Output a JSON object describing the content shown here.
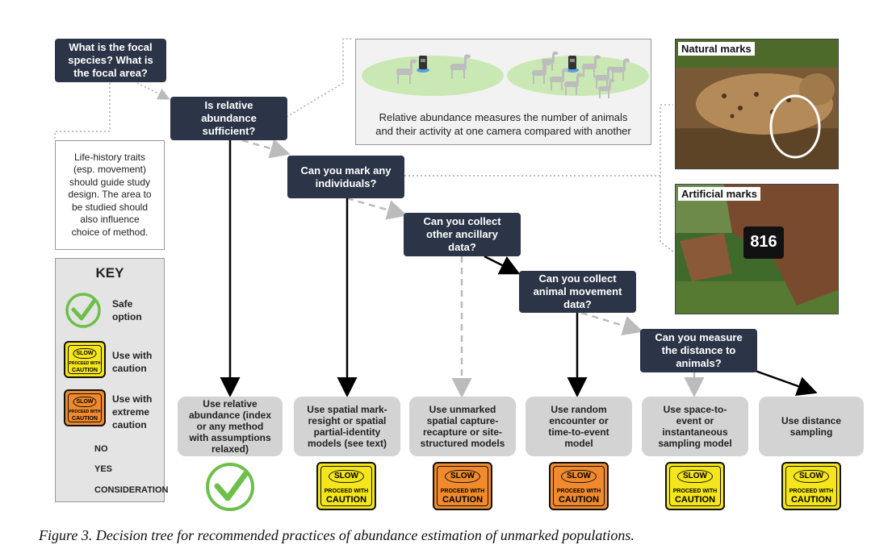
{
  "questions": {
    "focal": "What is the focal\nspecies? What is\nthe focal area?",
    "relative": "Is relative\nabundance\nsufficient?",
    "mark": "Can you mark any\nindividuals?",
    "ancillary": "Can you collect\nother ancillary\ndata?",
    "movement": "Can you collect\nanimal movement\ndata?",
    "distance": "Can you measure\nthe distance to\nanimals?"
  },
  "note": "Life-history traits\n(esp. movement)\nshould guide study\ndesign. The area to\nbe studied should\nalso influence\nchoice of method.",
  "key": {
    "title": "KEY",
    "safe": "Safe\noption",
    "caution": "Use with\ncaution",
    "extreme": "Use with\nextreme\ncaution",
    "no": "NO",
    "yes": "YES",
    "consideration": "CONSIDERATION"
  },
  "outcomes": [
    "Use relative\nabundance (index\nor any method\nwith assumptions\nrelaxed)",
    "Use spatial mark-\nresight or spatial\npartial-identity\nmodels (see text)",
    "Use unmarked\nspatial capture-\nrecapture or site-\nstructured models",
    "Use random\nencounter or\ntime-to-event\nmodel",
    "Use space-to-\nevent or\ninstantaneous\nsampling model",
    "Use distance\nsampling"
  ],
  "sign_text": {
    "slow": "SLOW",
    "proceed": "PROCEED WITH",
    "caution": "CAUTION"
  },
  "panel_caption": "Relative abundance measures the number of animals\nand their activity at one camera compared with another",
  "photo_labels": {
    "natural": "Natural marks",
    "artificial": "Artificial marks",
    "tag_number": "816"
  },
  "caption": "Figure 3.  Decision tree for recommended practices of abundance estimation of unmarked populations.",
  "colors": {
    "question_box": "#2b3547",
    "outcome_box": "#d3d3d3",
    "safe_green": "#6cc04a",
    "caution_yellow": "#f5e51b",
    "extreme_orange": "#f08a2c",
    "no_arrow": "#bbbbbb",
    "yes_arrow": "#000000"
  },
  "icons": [
    "check-icon",
    "slow-caution-sign-icon",
    "camera-trap-icon",
    "deer-icon"
  ]
}
